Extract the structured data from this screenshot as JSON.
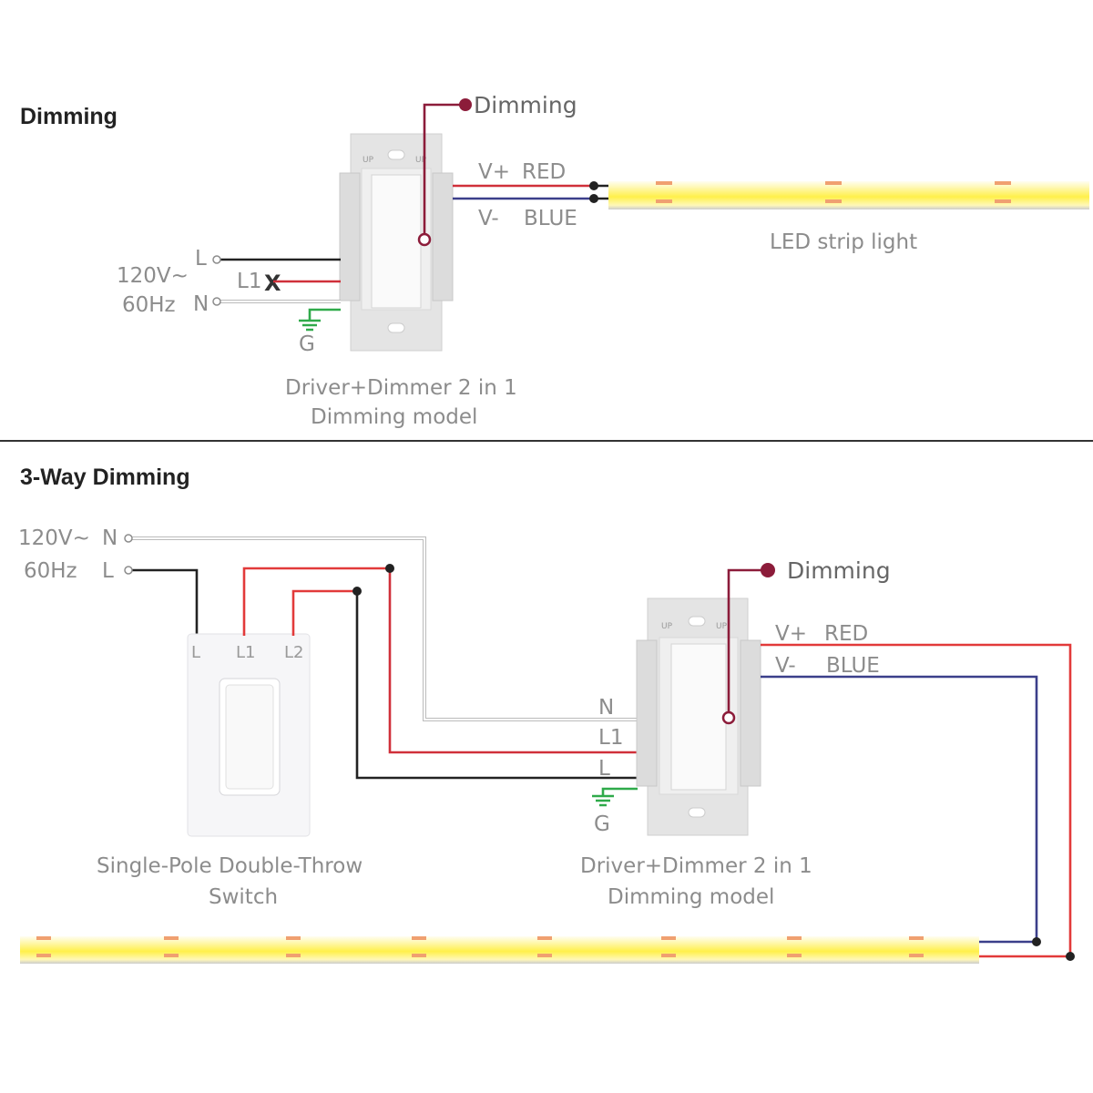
{
  "section1": {
    "title": "Dimming",
    "dimming_label": "Dimming",
    "v_plus": "V+",
    "red": "RED",
    "v_minus": "V-",
    "blue": "BLUE",
    "led_label": "LED  strip  light",
    "supply_voltage": "120V~",
    "supply_freq": "60Hz",
    "term_l": "L",
    "term_l1": "L1",
    "term_n": "N",
    "term_g": "G",
    "cut_mark": "X",
    "dimmer_caption_1": "Driver+Dimmer 2 in 1",
    "dimmer_caption_2": "Dimming model",
    "plate_up_text": "UP"
  },
  "section2": {
    "title": "3-Way Dimming",
    "supply_voltage": "120V~",
    "supply_freq": "60Hz",
    "term_n": "N",
    "term_l": "L",
    "switch_l": "L",
    "switch_l1": "L1",
    "switch_l2": "L2",
    "switch_caption_1": "Single-Pole Double-Throw",
    "switch_caption_2": "Switch",
    "dimming_label": "Dimming",
    "v_plus": "V+",
    "red": "RED",
    "v_minus": "V-",
    "blue": "BLUE",
    "dimmer_n": "N",
    "dimmer_l1": "L1",
    "dimmer_l": "L",
    "dimmer_g": "G",
    "dimmer_caption_1": "Driver+Dimmer 2 in 1",
    "dimmer_caption_2": "Dimming model",
    "plate_up_text": "UP"
  },
  "colors": {
    "red_wire": "#d0303a",
    "blue_wire": "#3b3f8a",
    "black_wire": "#222222",
    "maroon_wire": "#8c1c3a",
    "ground_wire": "#2faa4a",
    "led_yellow": "#fff36a",
    "divider": "#333333"
  }
}
